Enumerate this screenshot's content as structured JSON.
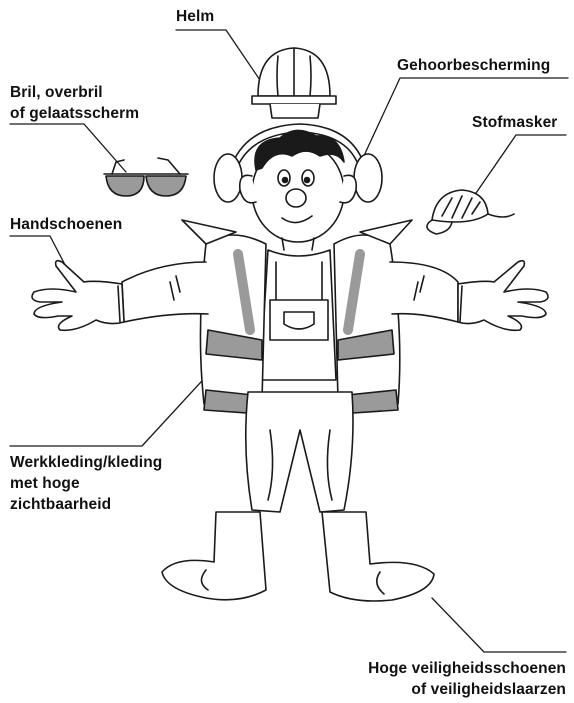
{
  "labels": {
    "helm": "Helm",
    "gehoor": "Gehoorbescherming",
    "stofmasker": "Stofmasker",
    "bril": "Bril, overbril\nof gelaatsscherm",
    "handschoenen": "Handschoenen",
    "werkkleding": "Werkkleding/kleding\nmet hoge\nzichtbaarheid",
    "schoenen": "Hoge veiligheidsschoenen\nof veiligheidslaarzen"
  },
  "colors": {
    "vest_band": "#9a9a9a",
    "glasses_lens": "#9a9a9a",
    "ink": "#1a1a1a",
    "hair": "#1a1a1a"
  }
}
